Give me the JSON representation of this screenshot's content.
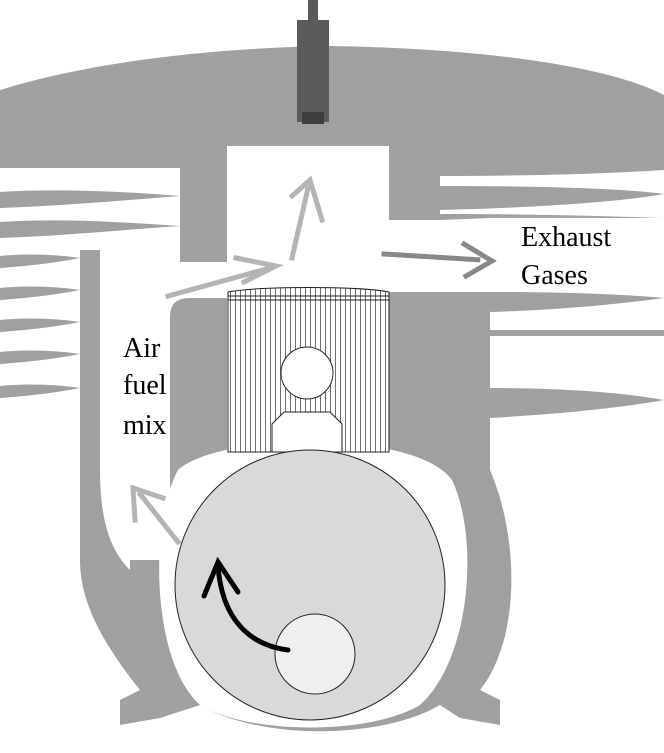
{
  "diagram": {
    "labels": {
      "exhaust_line1": "Exhaust",
      "exhaust_line2": "Gases",
      "intake_line1": "Air",
      "intake_line2": "fuel",
      "intake_line3": "mix"
    },
    "colors": {
      "casing": "#a0a0a0",
      "spark_plug": "#5a5a5a",
      "crank_disc": "#d9d9d9",
      "crank_pin": "#efefef",
      "flow_arrows": "#b4b4b4",
      "exhaust_arrow": "#888888",
      "rotation_arrow": "#000000",
      "background": "#ffffff"
    },
    "icons": [
      "spark-plug-icon",
      "rotation-arrow-icon"
    ]
  }
}
